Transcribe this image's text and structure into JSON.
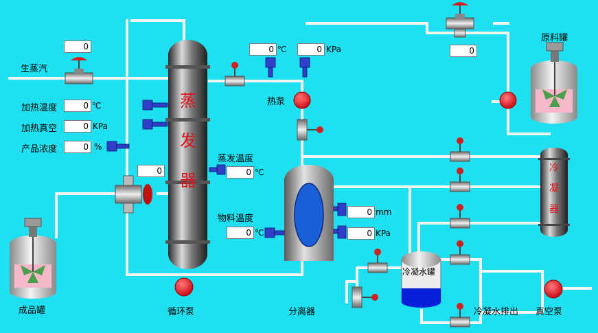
{
  "labels": {
    "steam": "生蒸汽",
    "heat_temp": "加热温度",
    "heat_vac": "加热真空",
    "product_conc": "产品浓度",
    "evap_temp": "蒸发温度",
    "mat_temp": "物料温度",
    "heat_pump": "热泵",
    "raw_tank": "原料罐",
    "product_tank": "成品罐",
    "circ_pump": "循环泵",
    "separator": "分离器",
    "cond_tank": "冷凝水罐",
    "cond_drain": "冷凝水排出",
    "vac_pump": "真空泵",
    "evaporator_chars": [
      "蒸",
      "发",
      "器"
    ],
    "condenser_chars": [
      "冷",
      "凝",
      "器"
    ]
  },
  "values": {
    "steam_valve": "0",
    "heat_temp": "0",
    "heat_vac": "0",
    "product_conc": "0",
    "top_temp": "0",
    "top_pressure": "0",
    "raw_valve": "0",
    "circ_valve": "0",
    "evap_temp": "0",
    "mat_temp": "0",
    "level": "0",
    "sep_pressure": "0"
  },
  "units": {
    "celsius": "℃",
    "kpa": "KPa",
    "percent": "%",
    "mm": "mm"
  },
  "colors": {
    "background": "#1ee0f0",
    "pipe": "#f2f2f2",
    "vessel_dark": "#3a3a3a",
    "pump_red": "#e8101a",
    "text_red": "#e0101a",
    "sensor_blue": "#3040c0"
  }
}
